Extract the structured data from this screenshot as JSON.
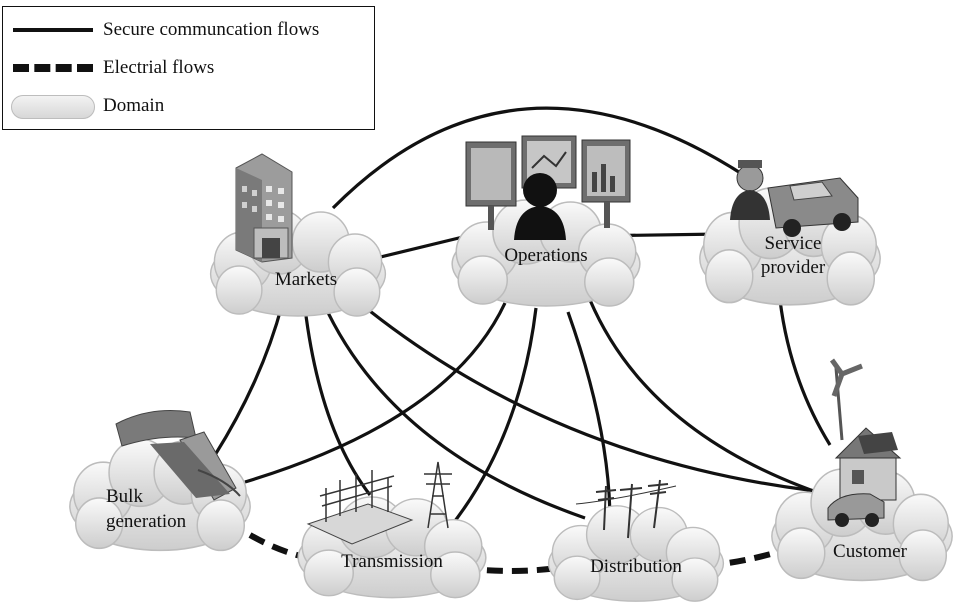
{
  "legend": {
    "secure_label": "Secure communcation flows",
    "electrical_label": "Electrial flows",
    "domain_label": "Domain"
  },
  "nodes": {
    "markets": {
      "label": "Markets",
      "icon": "office-building-icon"
    },
    "operations": {
      "label": "Operations",
      "icon": "control-room-monitors-icon"
    },
    "service": {
      "label_line1": "Service",
      "label_line2": "provider",
      "icon": "service-truck-technician-icon"
    },
    "bulk": {
      "label_line1": "Bulk",
      "label_line2": "generation",
      "icon": "hydro-dam-icon"
    },
    "transmission": {
      "label": "Transmission",
      "icon": "substation-pylon-icon"
    },
    "distribution": {
      "label": "Distribution",
      "icon": "utility-poles-icon"
    },
    "customer": {
      "label": "Customer",
      "icon": "smart-house-wind-turbine-car-icon"
    }
  },
  "secure_links": [
    [
      "markets",
      "operations"
    ],
    [
      "markets",
      "service"
    ],
    [
      "markets",
      "bulk"
    ],
    [
      "markets",
      "transmission"
    ],
    [
      "markets",
      "distribution"
    ],
    [
      "markets",
      "customer"
    ],
    [
      "operations",
      "service"
    ],
    [
      "operations",
      "bulk"
    ],
    [
      "operations",
      "transmission"
    ],
    [
      "operations",
      "distribution"
    ],
    [
      "operations",
      "customer"
    ],
    [
      "service",
      "customer"
    ]
  ],
  "electrical_links": [
    [
      "bulk",
      "transmission"
    ],
    [
      "transmission",
      "distribution"
    ],
    [
      "distribution",
      "customer"
    ]
  ],
  "colors": {
    "line": "#111111",
    "cloud_light": "#f5f5f5",
    "cloud_dark": "#cfcfcf"
  }
}
